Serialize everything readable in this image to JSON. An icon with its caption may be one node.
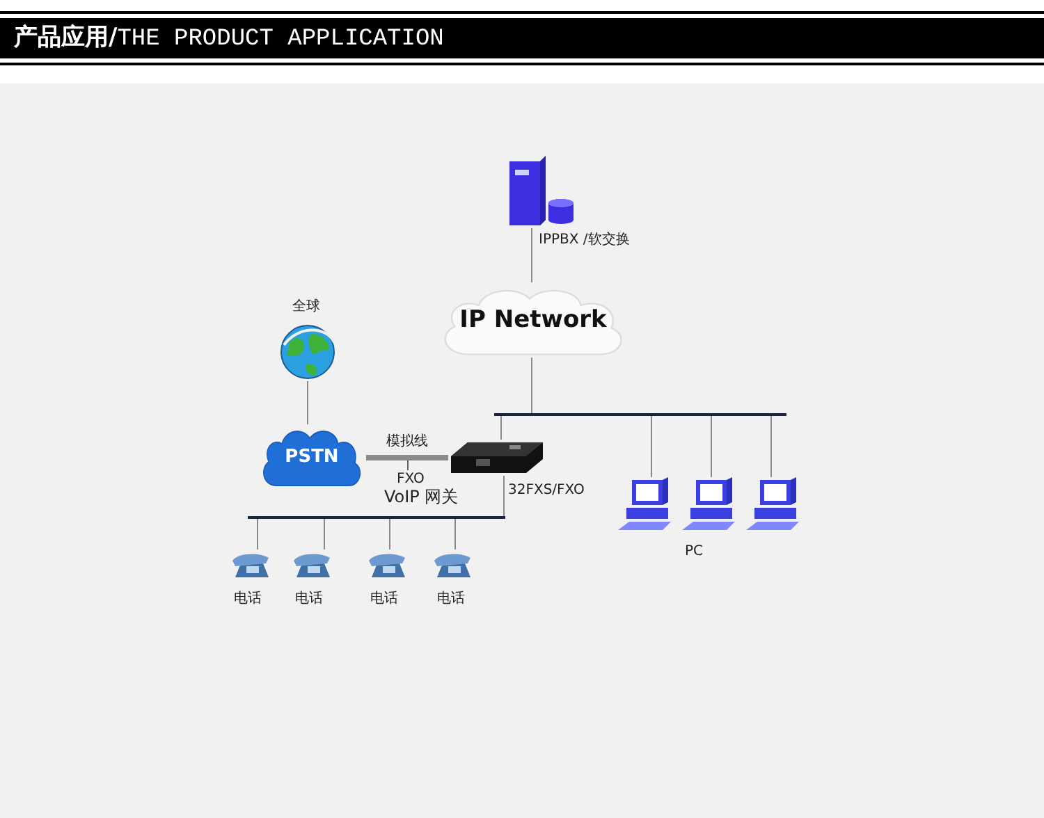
{
  "diagram": {
    "title": "**产品应用/**THE PRODUCT APPLICATION",
    "nodes": [
      {
        "text": [],
        "shape": "picture",
        "beside": [
          "IPPBX /软交换"
        ]
      },
      {
        "text": [
          "IP Network"
        ]
      },
      {
        "text": [],
        "shape": "picture",
        "beside": [
          "全球"
        ]
      },
      {
        "text": [
          "PSTN"
        ]
      },
      {
        "text": [],
        "shape": "picture",
        "beside": [
          "32FXS/FXO"
        ]
      },
      {
        "text": [],
        "shape": "bar"
      },
      {
        "text": [],
        "shape": "picture"
      },
      {
        "text": [],
        "shape": "picture"
      },
      {
        "text": [],
        "shape": "picture"
      },
      {
        "text": [],
        "shape": "bar"
      },
      {
        "text": [],
        "shape": "picture",
        "beside": [
          "电话"
        ]
      },
      {
        "text": [],
        "shape": "picture",
        "beside": [
          "电话"
        ]
      },
      {
        "text": [],
        "shape": "picture",
        "beside": [
          "电话"
        ]
      },
      {
        "text": [],
        "shape": "picture",
        "beside": [
          "电话"
        ]
      }
    ],
    "edges": [
      {
        "from": 0,
        "to": 1,
        "arrow": "none"
      },
      {
        "from": 1,
        "to": 5,
        "arrow": "none"
      },
      {
        "from": 5,
        "to": 4,
        "arrow": "none"
      },
      {
        "from": 5,
        "to": 6,
        "arrow": "none"
      },
      {
        "from": 5,
        "to": 7,
        "arrow": "none"
      },
      {
        "from": 5,
        "to": 8,
        "arrow": "none"
      },
      {
        "from": 2,
        "to": 3,
        "arrow": "none"
      },
      {
        "from": 3,
        "to": 4,
        "arrow": "none",
        "label": "模拟线",
        "style": "thick"
      },
      {
        "from": 4,
        "to": 9,
        "arrow": "none"
      },
      {
        "from": 9,
        "to": 10,
        "arrow": "none"
      },
      {
        "from": 9,
        "to": 11,
        "arrow": "none"
      },
      {
        "from": 9,
        "to": 12,
        "arrow": "none"
      },
      {
        "from": 9,
        "to": 13,
        "arrow": "none"
      }
    ],
    "labels": [
      "FXO",
      "VoIP 网关",
      "PC"
    ]
  }
}
